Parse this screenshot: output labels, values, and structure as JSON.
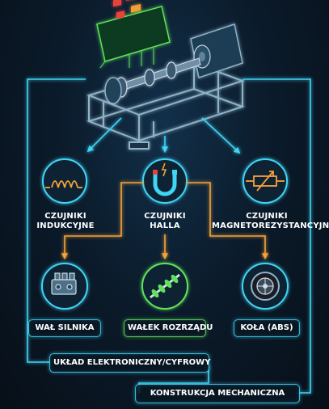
{
  "colors": {
    "cyan": "#3fd4f5",
    "orange": "#f5a23a",
    "green": "#5ee35a",
    "background": "#0b1622",
    "text": "#ffffff"
  },
  "sensors": {
    "inductive": {
      "label": "CZUJNIKI\nINDUKCYJNE",
      "icon": "coil-icon"
    },
    "hall": {
      "label": "CZUJNIKI\nHALLA",
      "icon": "magnet-icon"
    },
    "magnetoresistive": {
      "label": "CZUJNIKI\nMAGNETOREZYSTANCYJNE",
      "icon": "resistor-icon"
    }
  },
  "targets": {
    "engine_shaft": {
      "label": "WAŁ SILNIKA",
      "icon": "engine-icon"
    },
    "camshaft": {
      "label": "WAŁEK ROZRZĄDU",
      "icon": "camshaft-icon"
    },
    "wheels": {
      "label": "KOŁA (ABS)",
      "icon": "wheel-icon"
    }
  },
  "footer": {
    "electronic": "UKŁAD ELEKTRONICZNY/CYFROWY",
    "mechanical": "KONSTRUKCJA MECHANICZNA"
  }
}
